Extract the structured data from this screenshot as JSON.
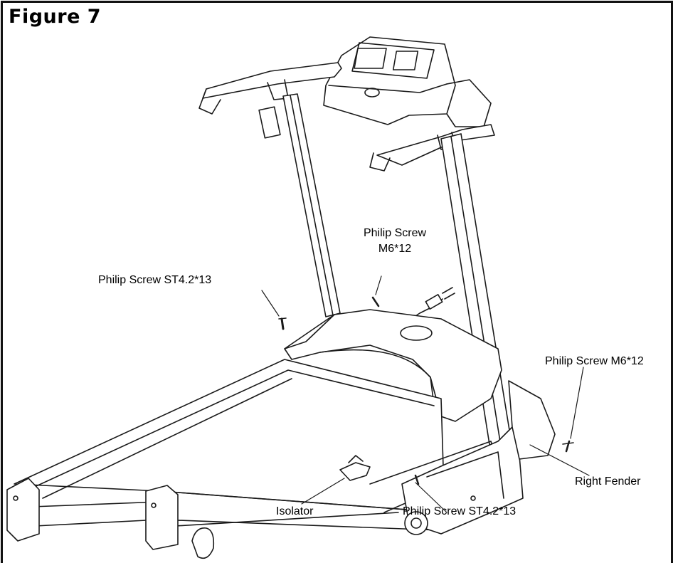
{
  "figure": {
    "title": "Figure 7"
  },
  "callouts": {
    "screw_m6_top_line1": "Philip Screw",
    "screw_m6_top_line2": "M6*12",
    "screw_st42_left": "Philip Screw ST4.2*13",
    "screw_m6_right": "Philip Screw M6*12",
    "right_fender": "Right Fender",
    "isolator": "Isolator",
    "screw_st42_bottom": "Philip Screw ST4.2*13"
  },
  "colors": {
    "line": "#1a1a1a",
    "background": "#ffffff",
    "shade": "#d9d9d9"
  }
}
